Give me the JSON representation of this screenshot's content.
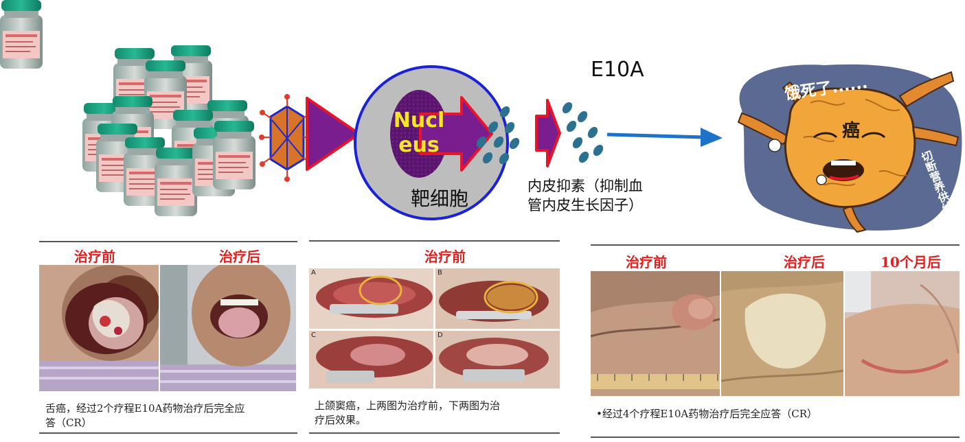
{
  "diagram": {
    "nucleus_label_line1": "Nucl",
    "nucleus_label_line2": "eus",
    "target_cell_label": "靶细胞",
    "drug_name": "E10A",
    "product_name": "内皮抑素（抑制血管内皮生长因子）",
    "product_name_line1": "内皮抑素（抑制血",
    "product_name_line2": "管内皮生长因子）",
    "cartoon_speech": "饿死了......",
    "cartoon_tumor_label": "癌",
    "cartoon_side_text": "切断营养供给",
    "colors": {
      "purple": "#7a1d8f",
      "red": "#e8152a",
      "cell_fill": "#bdbdbd",
      "cell_border": "#1a22d8",
      "dots": "#2d7190",
      "arrow_blue": "#1c73c8"
    }
  },
  "panels": [
    {
      "labels": [
        "治疗前",
        "治疗后"
      ],
      "caption": "舌癌，经过2个疗程E10A药物治疗后完全应答（CR）",
      "caption_line1": "舌癌，经过2个疗程E10A药物治疗后完全应",
      "caption_line2": "答（CR）"
    },
    {
      "labels": [
        "治疗前"
      ],
      "caption": "上颌窦癌，上两图为治疗前，下两图为治疗后效果。",
      "caption_line1": "上颌窦癌，上两图为治疗前，下两图为治",
      "caption_line2": "疗后效果。",
      "photo_letters": [
        "A",
        "B",
        "C",
        "D"
      ]
    },
    {
      "labels": [
        "治疗前",
        "治疗后",
        "10个月后"
      ],
      "caption": "•经过4个疗程E10A药物治疗后完全应答（CR）"
    }
  ]
}
